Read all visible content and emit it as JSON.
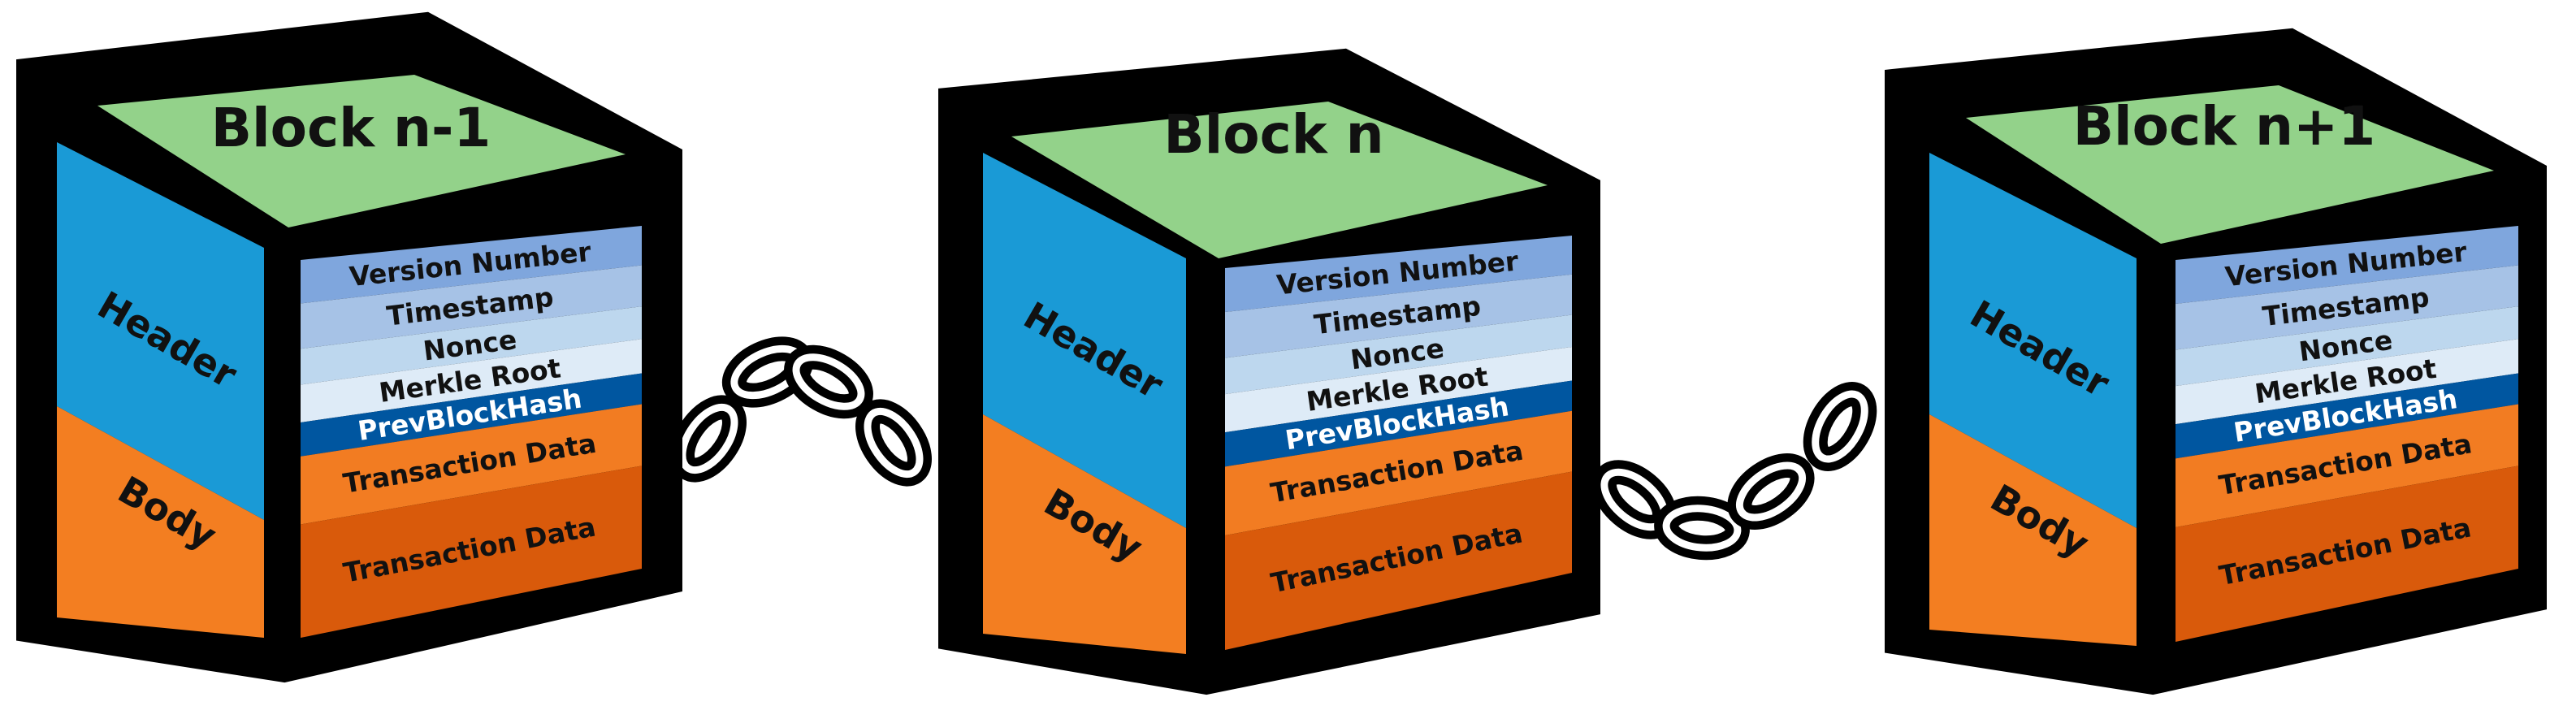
{
  "colors": {
    "top": "#93D28A",
    "header_side": "#1A9AD6",
    "body_side": "#F37E21",
    "rows": [
      "#7FA6DD",
      "#A6C2E6",
      "#BDD7EE",
      "#DEEBF7",
      "#0056A0",
      "#F27C22",
      "#D95A0B"
    ],
    "outline": "#000000"
  },
  "blocks": [
    {
      "title": "Block n-1",
      "header_label": "Header",
      "body_label": "Body",
      "fields": [
        "Version Number",
        "Timestamp",
        "Nonce",
        "Merkle Root",
        "PrevBlockHash",
        "Transaction Data",
        "Transaction Data"
      ]
    },
    {
      "title": "Block n",
      "header_label": "Header",
      "body_label": "Body",
      "fields": [
        "Version Number",
        "Timestamp",
        "Nonce",
        "Merkle Root",
        "PrevBlockHash",
        "Transaction Data",
        "Transaction Data"
      ]
    },
    {
      "title": "Block n+1",
      "header_label": "Header",
      "body_label": "Body",
      "fields": [
        "Version Number",
        "Timestamp",
        "Nonce",
        "Merkle Root",
        "PrevBlockHash",
        "Transaction Data",
        "Transaction Data"
      ]
    }
  ],
  "connectors": [
    {
      "icon": "chain-link-icon"
    },
    {
      "icon": "chain-link-icon"
    }
  ]
}
